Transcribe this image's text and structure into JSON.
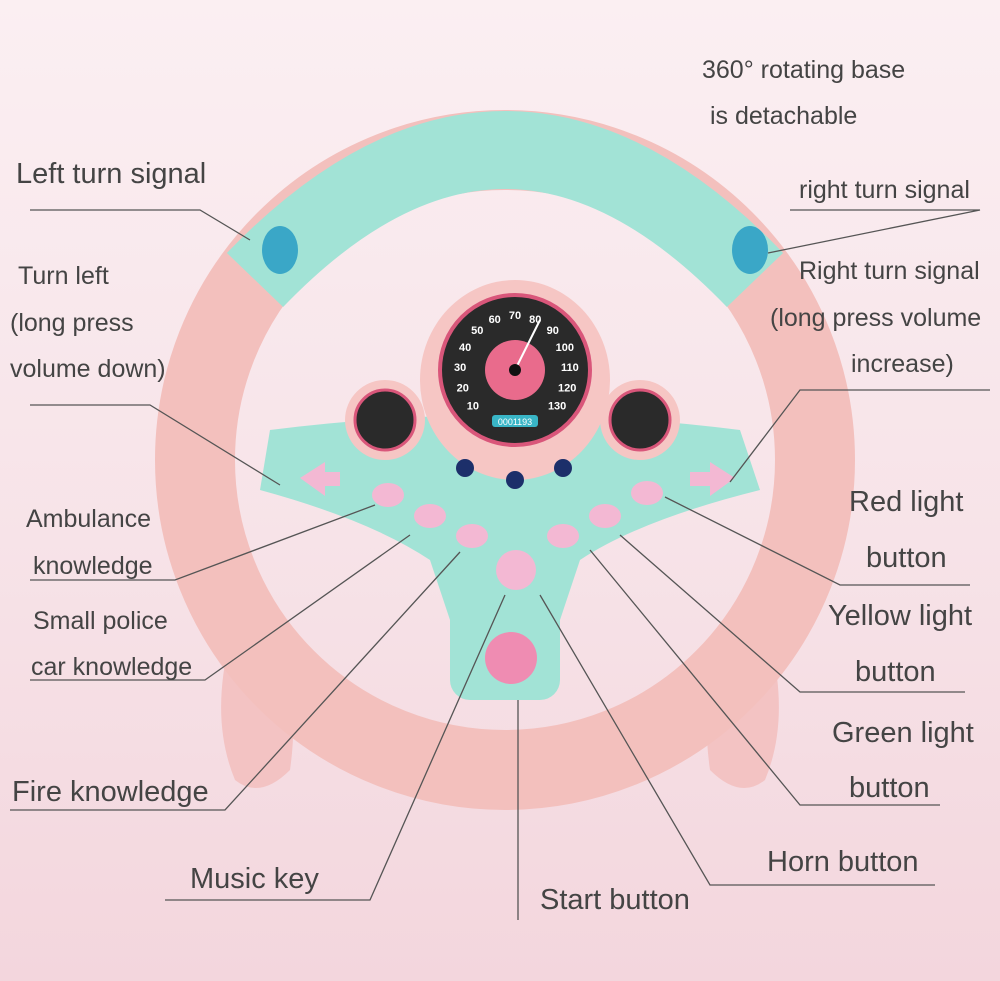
{
  "labels": {
    "rotating_base_1": "360° rotating base",
    "rotating_base_2": "is detachable",
    "left_turn_signal": "Left turn signal",
    "right_turn_signal": "right turn signal",
    "turn_left_1": "Turn left",
    "turn_left_2": "(long press",
    "turn_left_3": "volume down)",
    "right_turn_1": "Right turn signal",
    "right_turn_2": "(long press volume",
    "right_turn_3": "increase)",
    "ambulance_1": "Ambulance",
    "ambulance_2": "knowledge",
    "police_1": "Small police",
    "police_2": "car knowledge",
    "fire": "Fire knowledge",
    "music": "Music key",
    "start": "Start button",
    "horn": "Horn button",
    "red_1": "Red light",
    "red_2": "button",
    "yellow_1": "Yellow light",
    "yellow_2": "button",
    "green_1": "Green light",
    "green_2": "button"
  },
  "speedometer": {
    "ticks": [
      "10",
      "20",
      "30",
      "40",
      "50",
      "60",
      "70",
      "80",
      "90",
      "100",
      "110",
      "120",
      "130"
    ],
    "odometer": "0001193"
  },
  "colors": {
    "wheel": "#f4c2bf",
    "mint": "#9fe3d6",
    "button": "#f3b8d3",
    "dial": "#2a2a2a",
    "accent": "#e96b8c"
  }
}
